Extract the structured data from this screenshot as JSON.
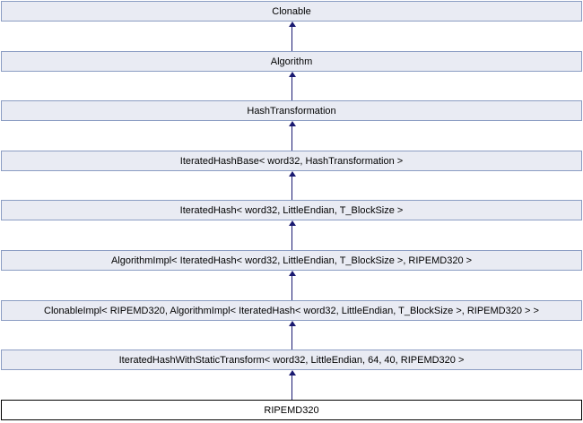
{
  "diagram": {
    "type": "class-inheritance-diagram",
    "colors": {
      "node_fill": "#e9ebf3",
      "node_border": "#8b9dc3",
      "main_node_fill": "#ffffff",
      "main_node_border": "#000000",
      "arrow": "#191970",
      "text": "#000000",
      "background": "#ffffff"
    },
    "nodes": [
      {
        "label": "Clonable",
        "main": false
      },
      {
        "label": "Algorithm",
        "main": false
      },
      {
        "label": "HashTransformation",
        "main": false
      },
      {
        "label": "IteratedHashBase< word32, HashTransformation >",
        "main": false
      },
      {
        "label": "IteratedHash< word32, LittleEndian, T_BlockSize >",
        "main": false
      },
      {
        "label": "AlgorithmImpl< IteratedHash< word32, LittleEndian, T_BlockSize >, RIPEMD320 >",
        "main": false
      },
      {
        "label": "ClonableImpl< RIPEMD320, AlgorithmImpl< IteratedHash< word32, LittleEndian, T_BlockSize >, RIPEMD320 > >",
        "main": false
      },
      {
        "label": "IteratedHashWithStaticTransform< word32, LittleEndian, 64, 40, RIPEMD320 >",
        "main": false
      },
      {
        "label": "RIPEMD320",
        "main": true
      }
    ],
    "edges": [
      {
        "from": 1,
        "to": 0,
        "direction": "up"
      },
      {
        "from": 2,
        "to": 1,
        "direction": "up"
      },
      {
        "from": 3,
        "to": 2,
        "direction": "up"
      },
      {
        "from": 4,
        "to": 3,
        "direction": "up"
      },
      {
        "from": 5,
        "to": 4,
        "direction": "up"
      },
      {
        "from": 6,
        "to": 5,
        "direction": "up"
      },
      {
        "from": 7,
        "to": 6,
        "direction": "up"
      },
      {
        "from": 8,
        "to": 7,
        "direction": "up"
      }
    ]
  }
}
